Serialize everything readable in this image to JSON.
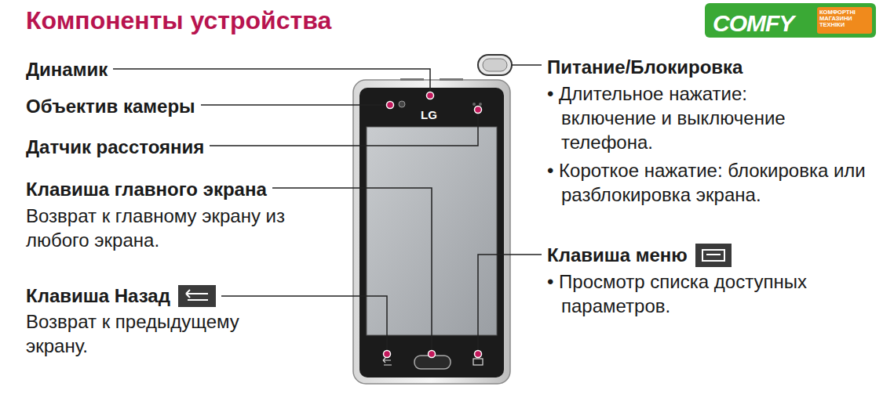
{
  "diagram": {
    "title": "Компоненты устройства",
    "labels": [
      "COMFY",
      "КОМФОРТНІ МАГАЗИНИ ТЕХНІКИ",
      "LG",
      "Динамик",
      "Объектив камеры",
      "Датчик расстояния",
      "Клавиша главного экрана",
      "Возврат к главному экрану из любого экрана.",
      "Клавиша Назад",
      "Возврат к предыдущему экрану.",
      "Питание/Блокировка",
      "• Длительное нажатие: включение и выключение телефона.",
      "• Короткое нажатие: блокировка или разблокировка экрана.",
      "Клавиша меню",
      "• Просмотр списка доступных параметров."
    ]
  }
}
